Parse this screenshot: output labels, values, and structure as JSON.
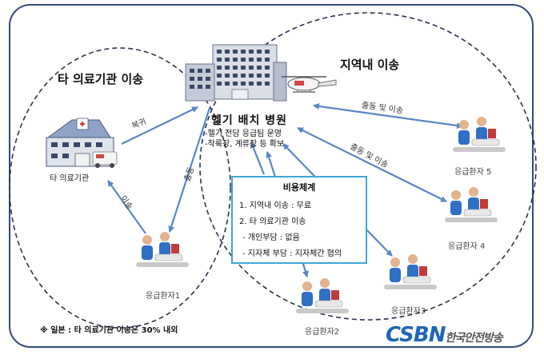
{
  "regions": {
    "other_hospital_transfer": "타 의료기관 이송",
    "local_transfer": "지역내 이송"
  },
  "hospital": {
    "title": "헬기 배치 병원",
    "line1": "-헬기 전담 응급팀 운영",
    "line2": "-착륙장, 계류장 등 확보"
  },
  "other_hospital": {
    "label": "타 의료기관"
  },
  "edges": {
    "return": "복귀",
    "dispatch": "출동",
    "transfer": "이송",
    "dispatch_transfer_1": "출동 및 이송",
    "dispatch_transfer_2": "출동 및 이송"
  },
  "patients": {
    "p1": "응급환자1",
    "p2": "응급환자2",
    "p3": "응급환자3",
    "p4": "응급환자 4",
    "p5": "응급환자 5"
  },
  "cost": {
    "title": "비용체계",
    "line1": "1.  지역내 이송 : 무료",
    "line2": "2.  타 의료기관 이송",
    "line3": "- 개인부담 : 없음",
    "line4": "- 지자체 부담 : 지자체간 협의"
  },
  "footnote": "※ 일본 : 타 의료기관 이송은 30% 내외",
  "brand": {
    "logo": "CSBN",
    "name": "한국안전방송"
  },
  "colors": {
    "border": "#334a7a",
    "arrow": "#5a86c8",
    "box": "#3ea7d6",
    "logo": "#1f66b3"
  }
}
